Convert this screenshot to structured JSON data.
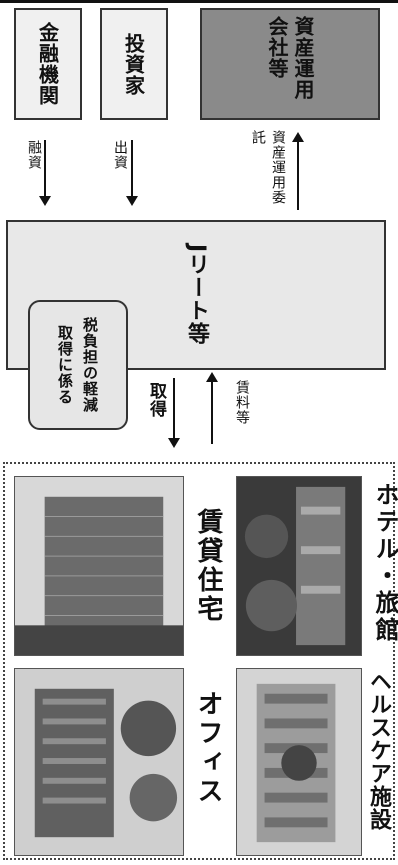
{
  "entities": {
    "financial": "金融機関",
    "investors": "投資家",
    "asset_manager": "資産運用会社等",
    "reit": "Jリート等"
  },
  "flows": {
    "loan": "融資",
    "investment": "出資",
    "mandate": "資産運用委託",
    "acquire": "取得",
    "rent": "賃料等"
  },
  "callout": {
    "line1": "取得に係る",
    "line2": "税負担の軽減"
  },
  "categories": {
    "office": "オフィス",
    "rental_housing": "賃貸住宅",
    "healthcare": "ヘルスケア施設",
    "hotel": "ホテル・旅館"
  }
}
